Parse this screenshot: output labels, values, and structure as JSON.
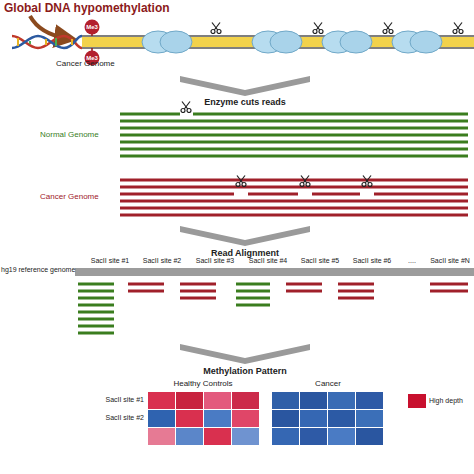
{
  "diagram": {
    "nodes": [
      {
        "text": [
          "hg19 reference genome",
          "SacII site #1",
          "SacII site #2",
          "SacII site #3",
          "SacII site #4",
          "SacII site #5",
          "SacII site #6",
          "....",
          "SacII site #N"
        ]
      }
    ],
    "labels": [
      "Global DNA hypomethylation",
      "Me3",
      "Me3",
      "Cancer Genome",
      "Enzyme cuts reads",
      "Normal Genome",
      "Cancer Genome",
      "Read Alignment",
      "Methylation Pattern",
      "Healthy Controls",
      "Cancer",
      "SacII site #1",
      "SacII site #2"
    ],
    "legend": [
      {
        "text": "High depth",
        "color": "#c8102e"
      }
    ]
  }
}
